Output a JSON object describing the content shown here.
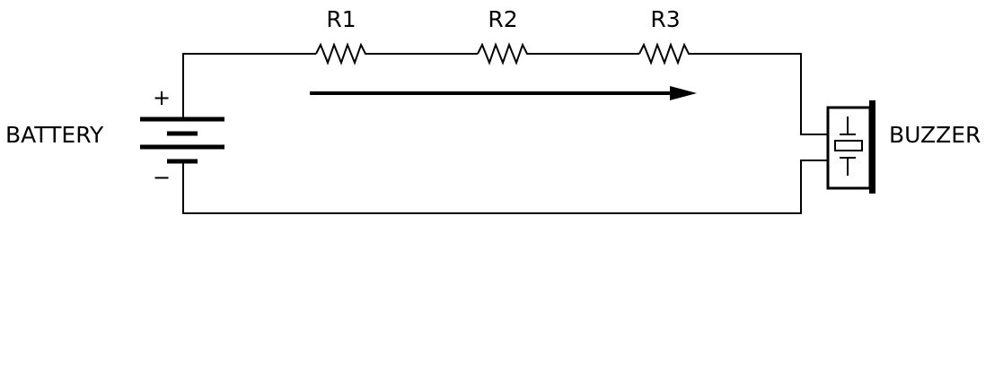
{
  "labels": {
    "battery": "BATTERY",
    "buzzer": "BUZZER",
    "r1": "R1",
    "r2": "R2",
    "r3": "R3",
    "plus": "+",
    "minus": "−"
  },
  "colors": {
    "stroke": "#000000",
    "background": "#ffffff"
  },
  "icons": [
    "battery-icon",
    "resistor-icon",
    "buzzer-icon",
    "current-arrow-icon"
  ]
}
